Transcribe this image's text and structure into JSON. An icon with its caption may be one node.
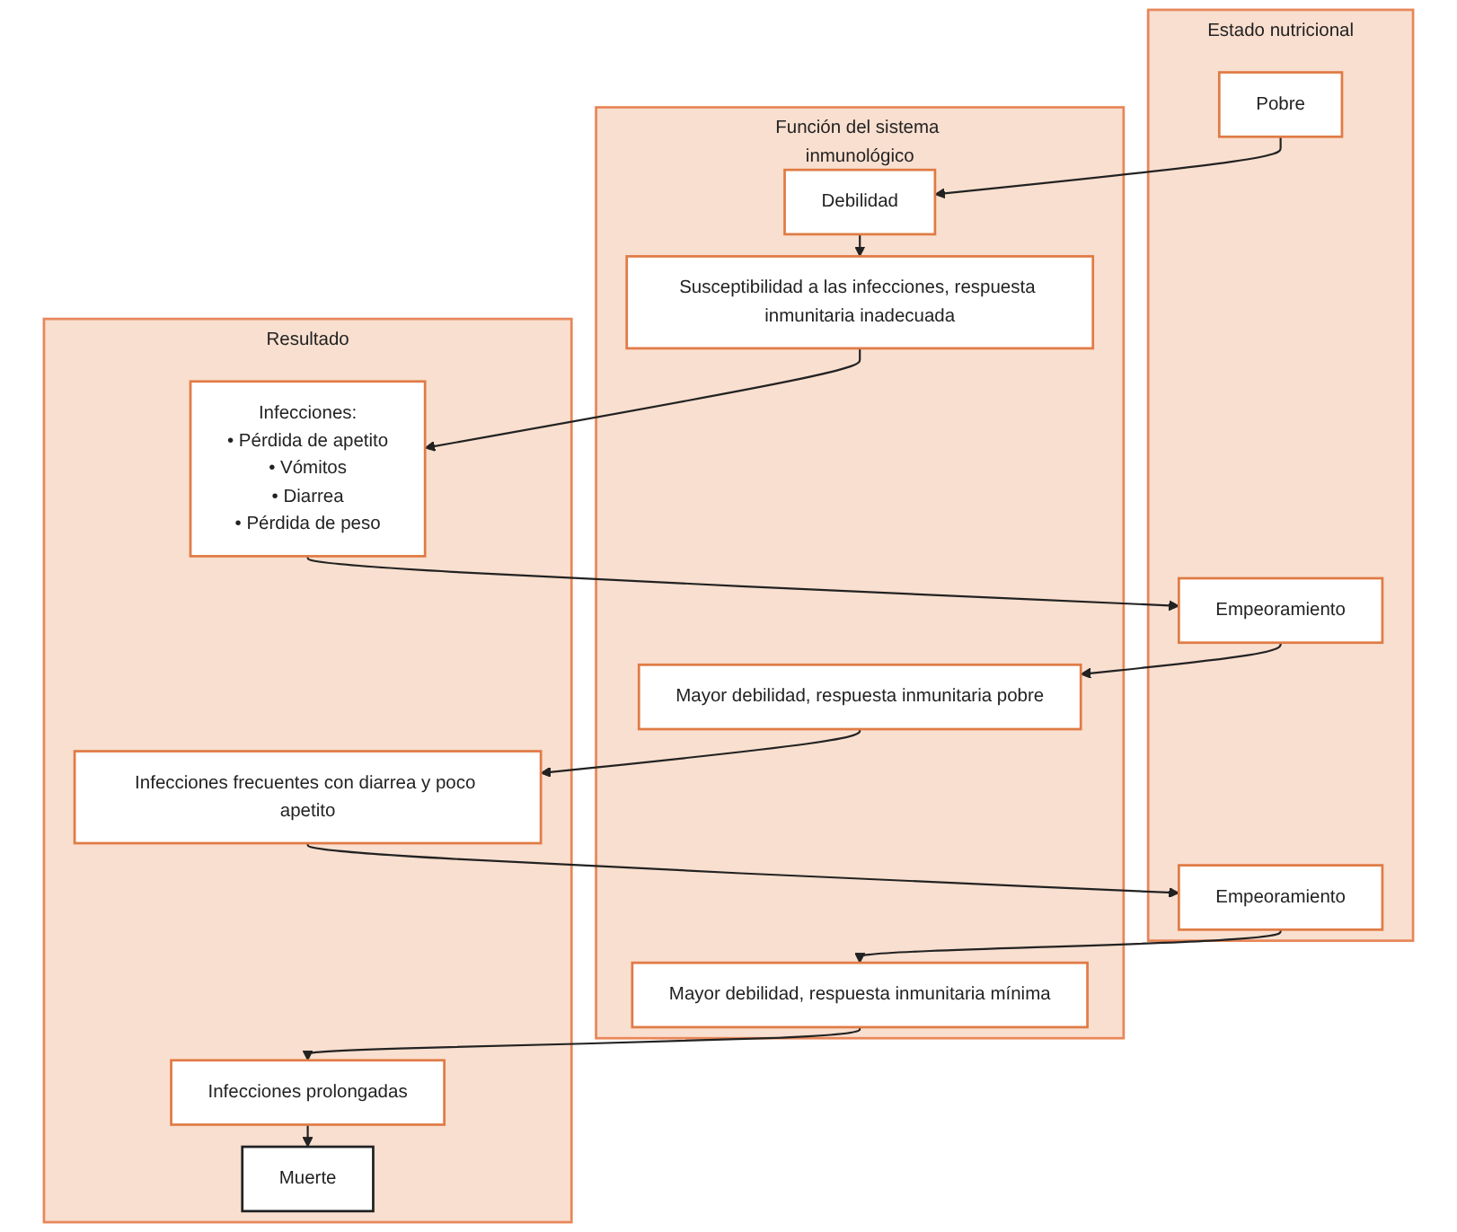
{
  "diagram": {
    "nodes": [
      {
        "text": [
          "Estado nutricional"
        ]
      },
      {
        "text": [
          "Función del sistema inmunológico"
        ]
      },
      {
        "text": [
          "Resultado"
        ]
      },
      {
        "text": [
          "Pobre"
        ],
        "in": 0
      },
      {
        "text": [
          "Debilidad"
        ],
        "in": 1
      },
      {
        "text": [
          "Susceptibilidad a las infecciones, respuesta inmunitaria inadecuada"
        ],
        "in": 1
      },
      {
        "text": [
          "Infecciones:",
          "• Pérdida de apetito",
          "• Vómitos",
          "• Diarrea",
          "• Pérdida de peso"
        ],
        "in": 2
      },
      {
        "text": [
          "Empeoramiento"
        ],
        "in": 0
      },
      {
        "text": [
          "Mayor debilidad, respuesta inmunitaria pobre"
        ],
        "in": 1
      },
      {
        "text": [
          "Infecciones frecuentes con diarrea y poco apetito"
        ],
        "in": 2
      },
      {
        "text": [
          "Empeoramiento"
        ],
        "in": 0
      },
      {
        "text": [
          "Mayor debilidad, respuesta inmunitaria mínima"
        ],
        "in": 1
      },
      {
        "text": [
          "Infecciones prolongadas"
        ],
        "in": 2
      },
      {
        "text": [
          "Muerte"
        ],
        "in": 2
      }
    ],
    "edges": [
      {
        "from": 3,
        "to": 4,
        "arrow": "to"
      },
      {
        "from": 4,
        "to": 5,
        "arrow": "to"
      },
      {
        "from": 5,
        "to": 6,
        "arrow": "to"
      },
      {
        "from": 6,
        "to": 7,
        "arrow": "to"
      },
      {
        "from": 7,
        "to": 8,
        "arrow": "to"
      },
      {
        "from": 8,
        "to": 9,
        "arrow": "to"
      },
      {
        "from": 9,
        "to": 10,
        "arrow": "to"
      },
      {
        "from": 10,
        "to": 11,
        "arrow": "to"
      },
      {
        "from": 11,
        "to": 12,
        "arrow": "to"
      },
      {
        "from": 12,
        "to": 13,
        "arrow": "to"
      }
    ]
  }
}
